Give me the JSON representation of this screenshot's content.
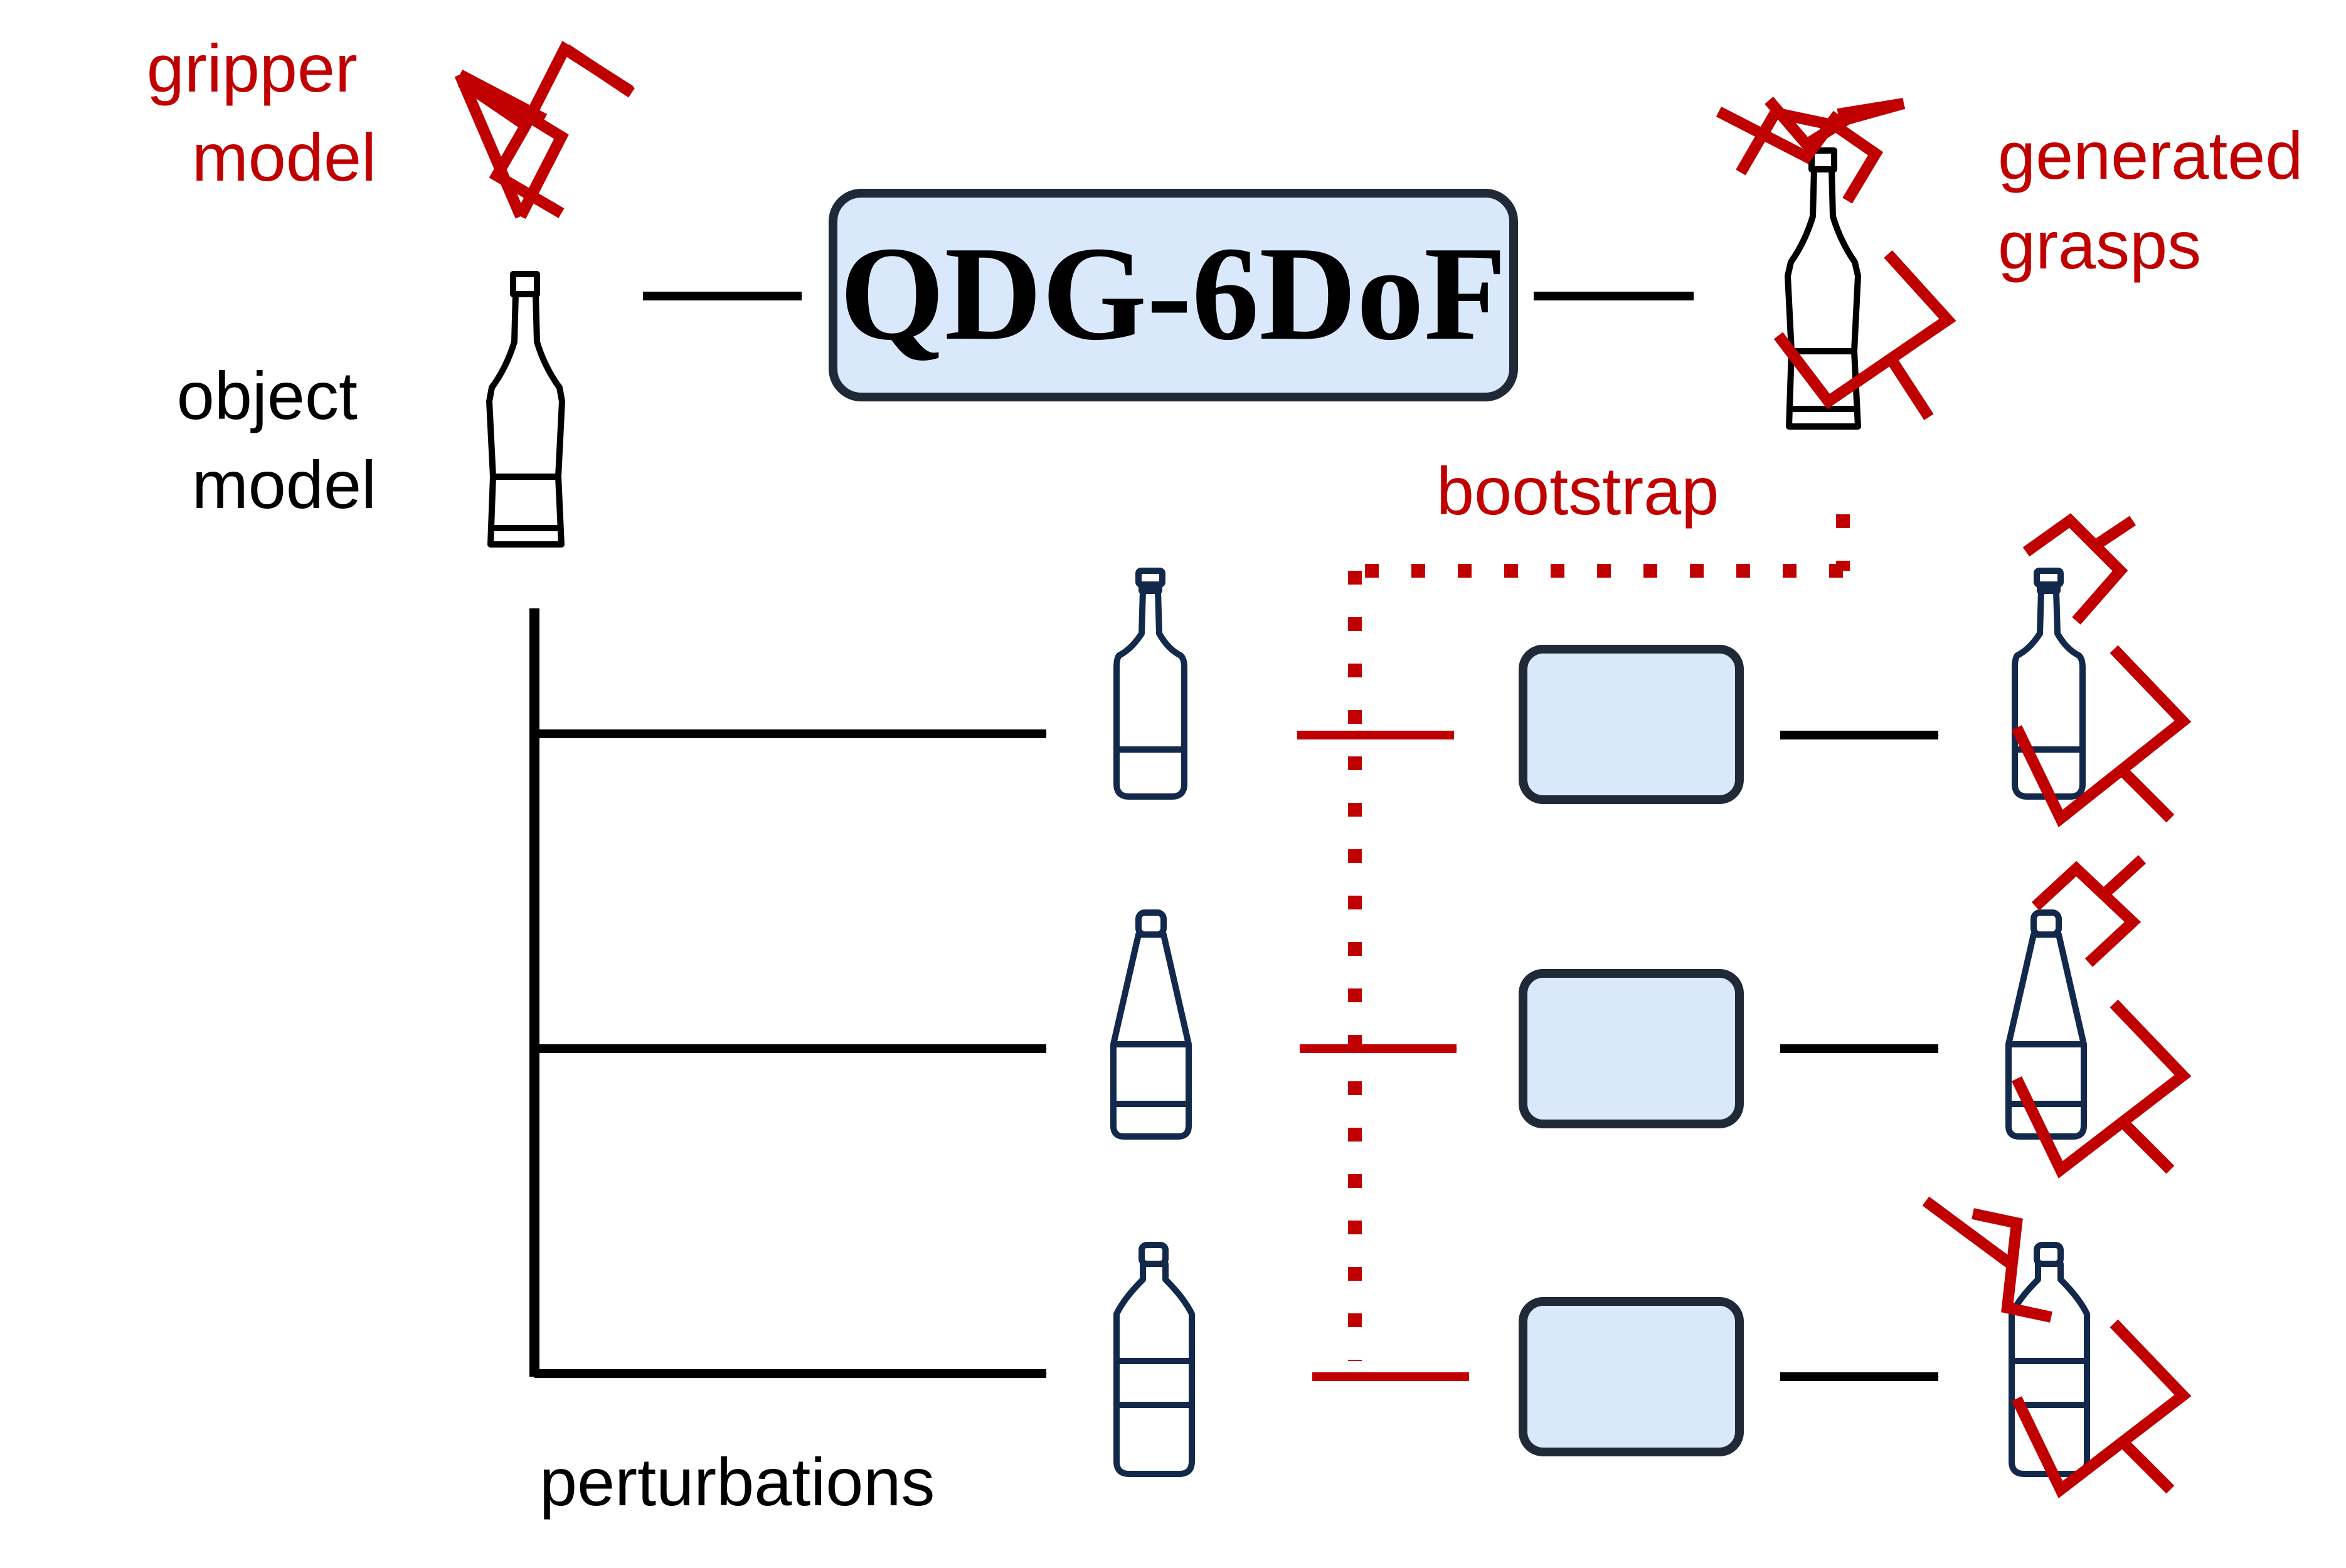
{
  "labels": {
    "gripper_model": [
      "gripper",
      "model"
    ],
    "object_model": [
      "object",
      "model"
    ],
    "generated_grasps": [
      "generated",
      "grasps"
    ],
    "bootstrap": "bootstrap",
    "perturbations": "perturbations"
  },
  "main_box": {
    "title": "QDG-6DoF"
  },
  "colors": {
    "accent": "#c00000",
    "box_fill": "#dae8fc",
    "box_stroke": "#1f2937",
    "bottle_stroke": "#13294b",
    "arrow": "#000000"
  },
  "icons": {
    "gripper": "gripper-icon",
    "bottle": "bottle-icon"
  }
}
